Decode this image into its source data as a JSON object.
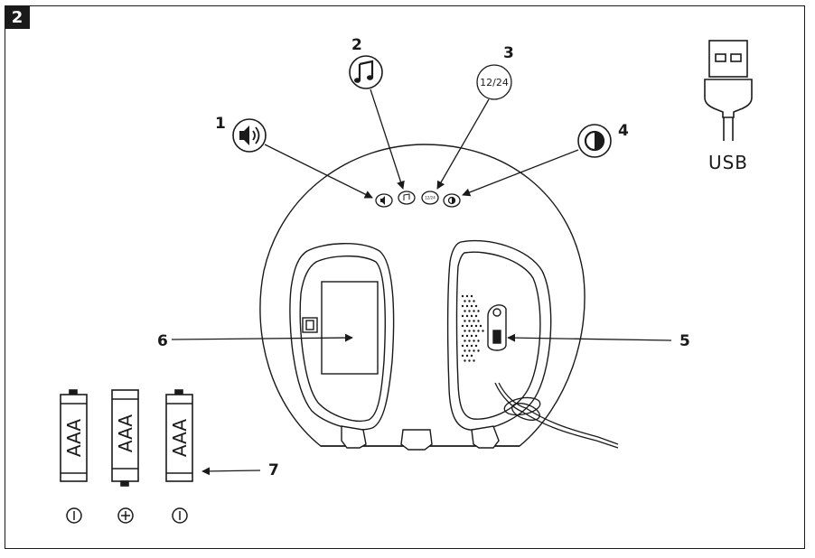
{
  "figure_number": "2",
  "callouts": {
    "c1": "1",
    "c2": "2",
    "c3": "3",
    "c4": "4",
    "c5": "5",
    "c6": "6",
    "c7": "7"
  },
  "button_icons": {
    "volume": "speaker-icon",
    "music": "music-note-icon",
    "time_format": "12/24",
    "brightness": "half-circle-icon"
  },
  "usb": {
    "label": "USB",
    "icon": "usb-plug-icon"
  },
  "batteries": [
    {
      "label": "AAA",
      "polarity": "minus"
    },
    {
      "label": "AAA",
      "polarity": "plus"
    },
    {
      "label": "AAA",
      "polarity": "minus"
    }
  ],
  "colors": {
    "line": "#1a1a1a",
    "background": "#ffffff"
  }
}
